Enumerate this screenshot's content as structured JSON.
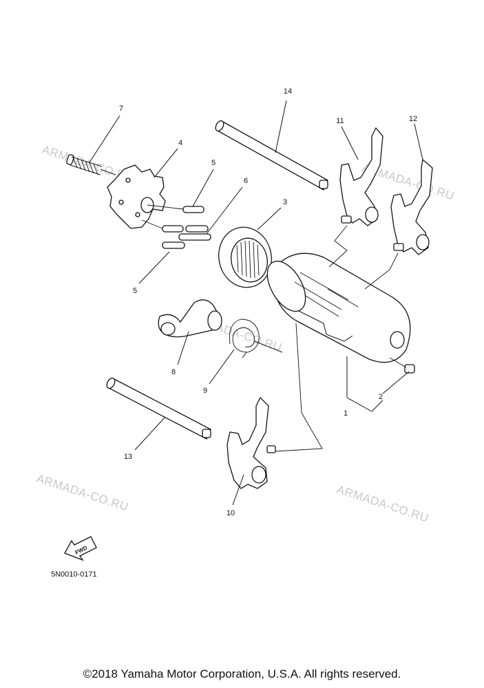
{
  "callouts": [
    "1",
    "2",
    "3",
    "4",
    "5",
    "5",
    "6",
    "7",
    "8",
    "9",
    "10",
    "11",
    "12",
    "13",
    "14"
  ],
  "watermark": "ARMADA-CO.RU",
  "fwd_label": "FWD",
  "drawing_code": "5N0010-0171",
  "copyright": "©2018 Yamaha Motor Corporation, U.S.A. All rights reserved."
}
